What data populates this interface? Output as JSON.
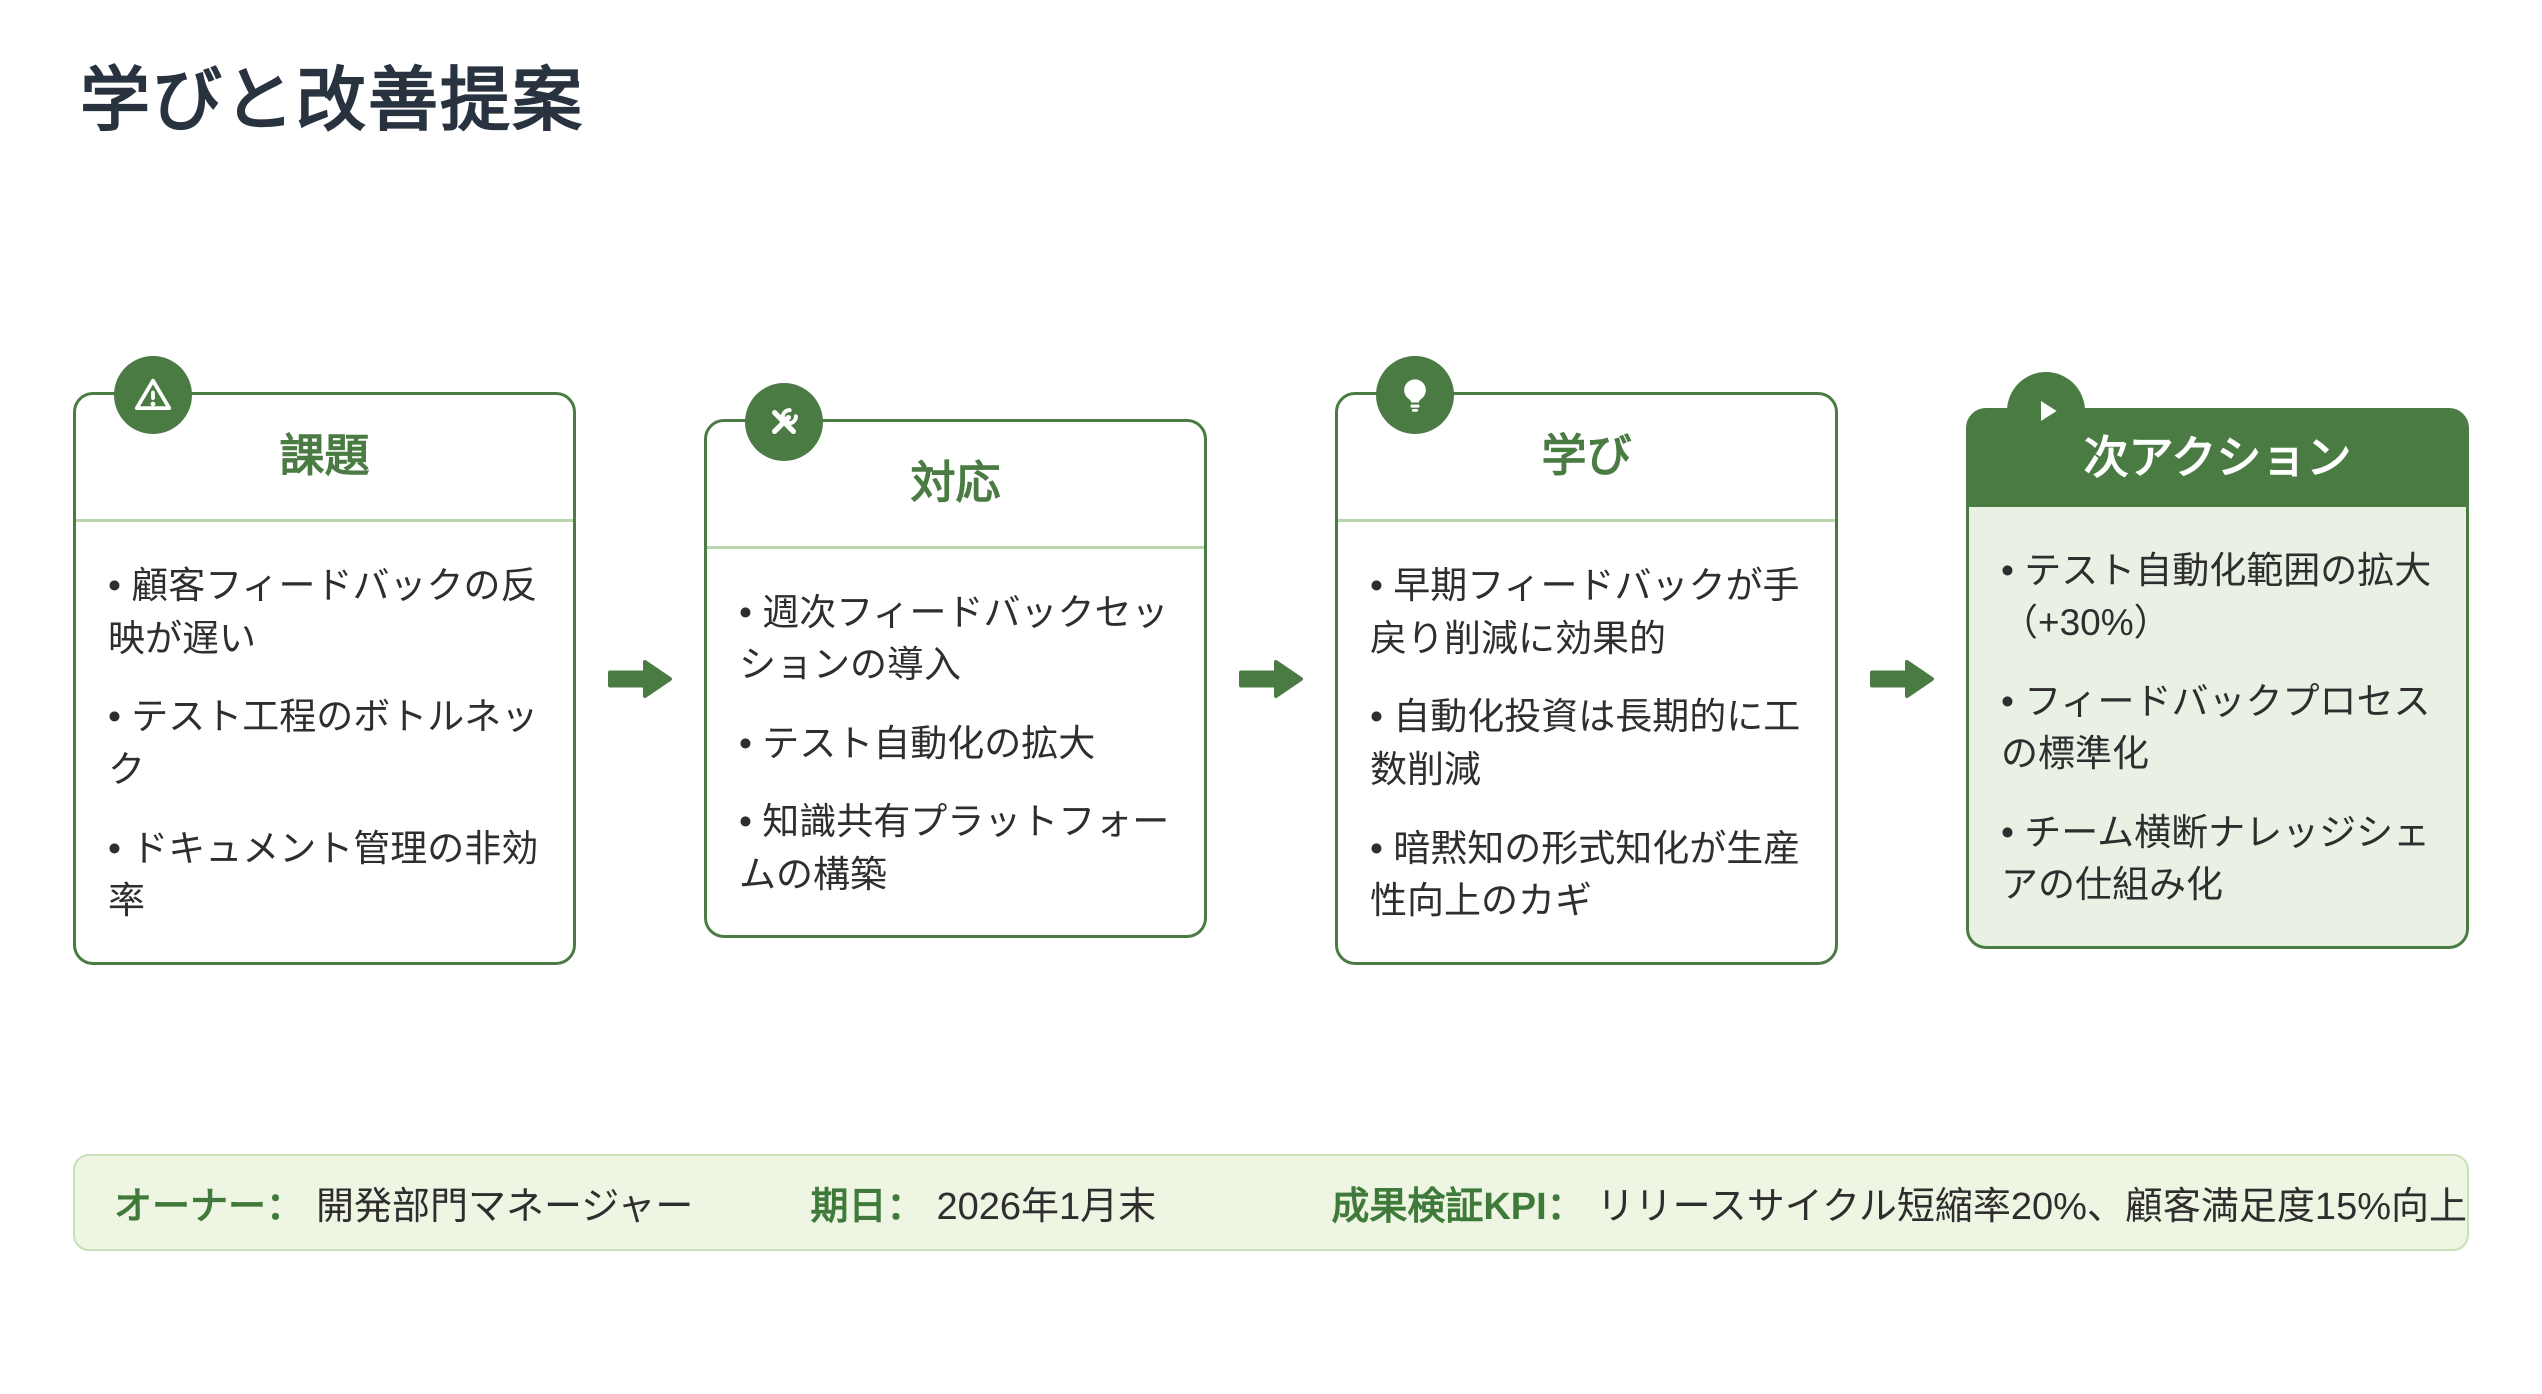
{
  "page": {
    "title": "学びと改善提案"
  },
  "flow": {
    "cards": [
      {
        "id": "issues",
        "icon": "warning-icon",
        "title": "課題",
        "items": [
          "顧客フィードバックの反映が遅い",
          "テスト工程のボトルネック",
          "ドキュメント管理の非効率"
        ]
      },
      {
        "id": "response",
        "icon": "tools-icon",
        "title": "対応",
        "items": [
          "週次フィードバックセッションの導入",
          "テスト自動化の拡大",
          "知識共有プラットフォームの構築"
        ]
      },
      {
        "id": "learnings",
        "icon": "lightbulb-icon",
        "title": "学び",
        "items": [
          "早期フィードバックが手戻り削減に効果的",
          "自動化投資は長期的に工数削減",
          "暗黙知の形式知化が生産性向上のカギ"
        ]
      },
      {
        "id": "next-actions",
        "icon": "play-icon",
        "title": "次アクション",
        "variant": "solid",
        "items": [
          "テスト自動化範囲の拡大（+30%）",
          "フィードバックプロセスの標準化",
          "チーム横断ナレッジシェアの仕組み化"
        ]
      }
    ],
    "arrow_icon": "arrow-right-icon"
  },
  "footer": {
    "owner_label": "オーナー：",
    "owner_value": "開発部門マネージャー",
    "due_label": "期日：",
    "due_value": "2026年1月末",
    "kpi_label": "成果検証KPI：",
    "kpi_value": "リリースサイクル短縮率20%、顧客満足度15%向上"
  },
  "colors": {
    "accent_green": "#4a7b43",
    "divider_green": "#b9d6ae",
    "solid_body_bg": "#e9f0e4",
    "summary_bg": "#eef5e3",
    "summary_border": "#c9e0b8",
    "title_text": "#293340",
    "body_text": "#2e2e2e"
  }
}
